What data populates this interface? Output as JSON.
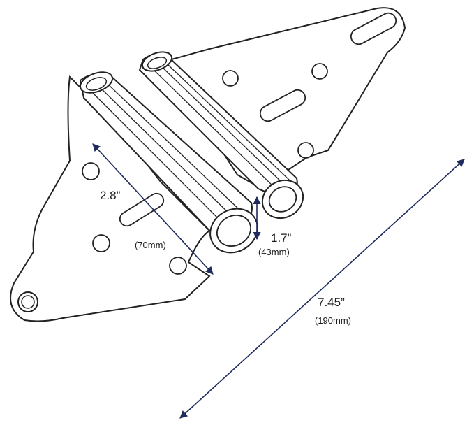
{
  "colors": {
    "outline": "#222222",
    "dimension_line": "#1f2a5e",
    "background": "#ffffff"
  },
  "dimensions": {
    "overall": {
      "inches": "7.45”",
      "mm": "(190mm)"
    },
    "barrel_length": {
      "inches": "2.8”",
      "mm": "(70mm)"
    },
    "barrel_diameter": {
      "inches": "1.7”",
      "mm": "(43mm)"
    }
  }
}
